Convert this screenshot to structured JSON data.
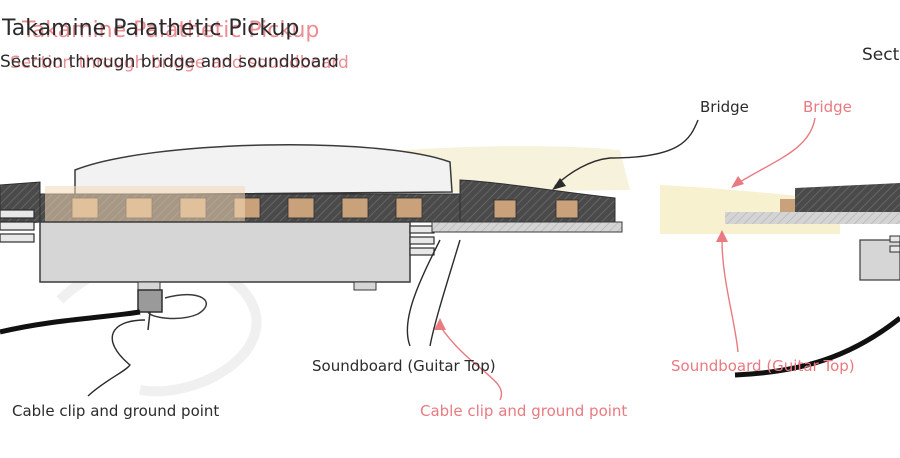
{
  "titles": {
    "main_dark": "Takamine Palathetic Pickup",
    "main_red": "Takamine Palathetic Pickup",
    "sub_dark": "Section through bridge and soundboard",
    "sub_red": "Section through bridge and soundboard",
    "right_dark": "Section"
  },
  "labels": {
    "bridge_dark": "Bridge",
    "bridge_red": "Bridge",
    "soundboard_dark": "Soundboard (Guitar Top)",
    "soundboard_red": "Soundboard (Guitar Top)",
    "cable_dark": "Cable clip and ground point",
    "cable_red": "Cable clip and ground point"
  },
  "colors": {
    "dark_text": "#2b2b2b",
    "red_text": "#e87a80",
    "wood_dark": "#4a4a4a",
    "saddle_cream": "#f5efd6",
    "body_gray": "#d6d6d6",
    "insert_tan": "#c7a07a"
  }
}
